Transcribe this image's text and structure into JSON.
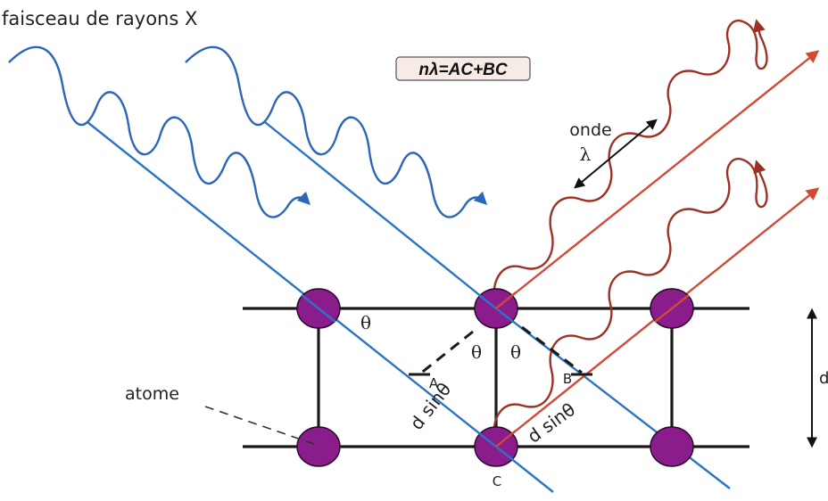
{
  "labels": {
    "beam_title": "faisceau de rayons X",
    "formula": "nλ=AC+BC",
    "wave": "onde",
    "wavelength": "λ",
    "theta": "θ",
    "point_a": "A",
    "point_b": "B",
    "point_c": "C",
    "d_sin_theta": "d sinθ",
    "atom": "atome",
    "spacing": "d"
  },
  "colors": {
    "incident": "#2a74c4",
    "incident_wave": "#2b66b8",
    "diffracted": "#d04a35",
    "diffracted_wave": "#9e3126",
    "lattice": "#1a1a1a",
    "atom_fill": "#8a1c8c",
    "atom_stroke": "#2a0a2a",
    "formula_bg": "#f7ebe5"
  }
}
